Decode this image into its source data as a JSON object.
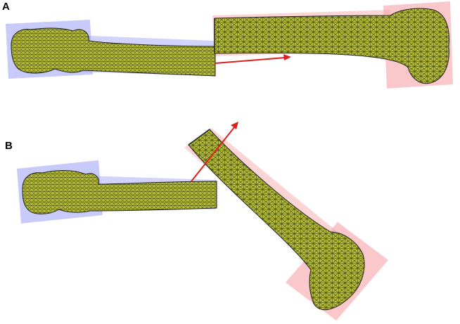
{
  "panels": [
    {
      "label": "A"
    },
    {
      "label": "B"
    }
  ],
  "colors": {
    "bone_fill": "#b6bd3a",
    "bone_mesh": "#2b3008",
    "proximal_box": "#9a9ef6",
    "distal_box": "#f7a9ad",
    "arrow": "#e0201f",
    "background": "#ffffff"
  },
  "icons": {
    "mesh": "triangulated-bone-mesh",
    "arrow": "translation-arrow"
  }
}
